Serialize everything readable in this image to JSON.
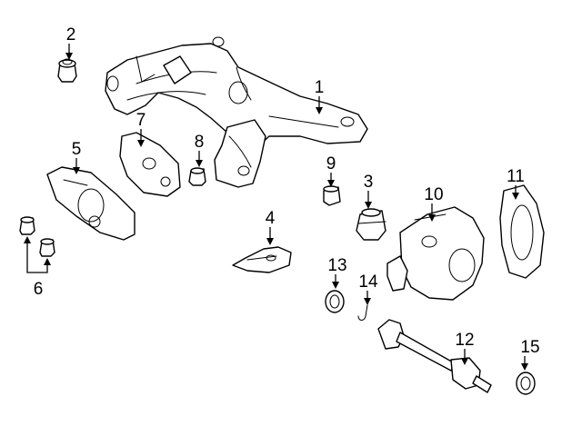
{
  "colors": {
    "line": "#000000",
    "background": "#ffffff"
  },
  "callouts": [
    {
      "id": "1",
      "label": "1"
    },
    {
      "id": "2",
      "label": "2"
    },
    {
      "id": "3",
      "label": "3"
    },
    {
      "id": "4",
      "label": "4"
    },
    {
      "id": "5",
      "label": "5"
    },
    {
      "id": "6",
      "label": "6"
    },
    {
      "id": "7",
      "label": "7"
    },
    {
      "id": "8",
      "label": "8"
    },
    {
      "id": "9",
      "label": "9"
    },
    {
      "id": "10",
      "label": "10"
    },
    {
      "id": "11",
      "label": "11"
    },
    {
      "id": "12",
      "label": "12"
    },
    {
      "id": "13",
      "label": "13"
    },
    {
      "id": "14",
      "label": "14"
    },
    {
      "id": "15",
      "label": "15"
    }
  ]
}
